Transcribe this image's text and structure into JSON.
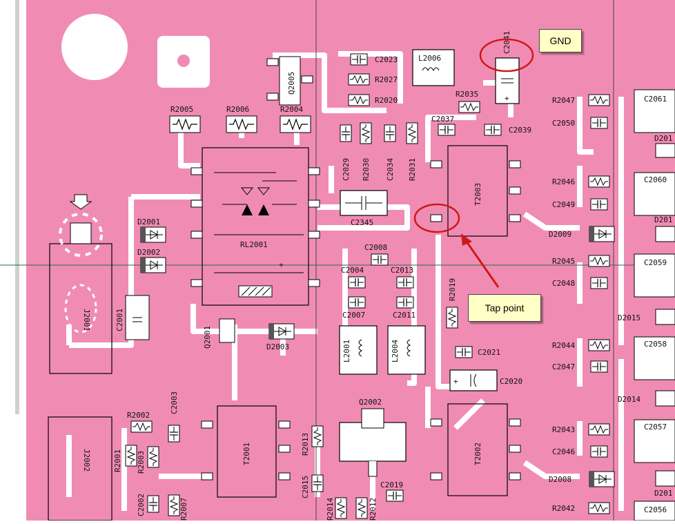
{
  "callouts": {
    "gnd": "GND",
    "tap_point": "Tap point"
  },
  "colors": {
    "board": "#f08cb4",
    "trace": "#ffffff",
    "silkscreen": "#000000",
    "highlight": "#d01818",
    "callout_bg": "#ffffc6"
  },
  "components": {
    "C2041": "C2041",
    "L2006": "L2006",
    "C2023": "C2023",
    "R2027": "R2027",
    "R2020": "R2020",
    "Q2005": "Q2005",
    "R2035": "R2035",
    "C2037": "C2037",
    "C2039": "C2039",
    "R2005": "R2005",
    "R2006": "R2006",
    "R2004": "R2004",
    "C2029": "C2029",
    "R2030": "R2030",
    "C2034": "C2034",
    "R2031": "R2031",
    "T2003": "T2003",
    "C2345": "C2345",
    "RL2001": "RL2001",
    "D2001": "D2001",
    "D2002": "D2002",
    "J2001": "J2001",
    "C2001": "C2001",
    "C2008": "C2008",
    "C2004": "C2004",
    "C2013": "C2013",
    "C2007": "C2007",
    "C2011": "C2011",
    "L2001": "L2001",
    "L2004": "L2004",
    "R2019": "R2019",
    "C2021": "C2021",
    "C2020": "C2020",
    "Q2001": "Q2001",
    "D2003": "D2003",
    "Q2002": "Q2002",
    "T2001": "T2001",
    "T2002": "T2002",
    "R2013": "R2013",
    "C2015": "C2015",
    "C2019": "C2019",
    "R2014": "R2014",
    "R2012": "R2012",
    "R2002": "R2002",
    "C2003": "C2003",
    "R2001": "R2001",
    "R2003": "R2003",
    "C2002": "C2002",
    "R2007": "R2007",
    "J2002": "J2002",
    "R2047": "R2047",
    "C2050": "C2050",
    "C2061": "C2061",
    "D2011": "D201",
    "R2046": "R2046",
    "C2049": "C2049",
    "C2060": "C2060",
    "D2012": "D201",
    "D2009": "D2009",
    "R2045": "R2045",
    "C2048": "C2048",
    "C2059": "C2059",
    "D2015": "D2015",
    "R2044": "R2044",
    "C2047": "C2047",
    "C2058": "C2058",
    "D2014": "D2014",
    "R2043": "R2043",
    "C2046": "C2046",
    "C2057": "C2057",
    "D2008": "D2008",
    "D2013": "D201",
    "R2042": "R2042",
    "C2056": "C2056"
  }
}
